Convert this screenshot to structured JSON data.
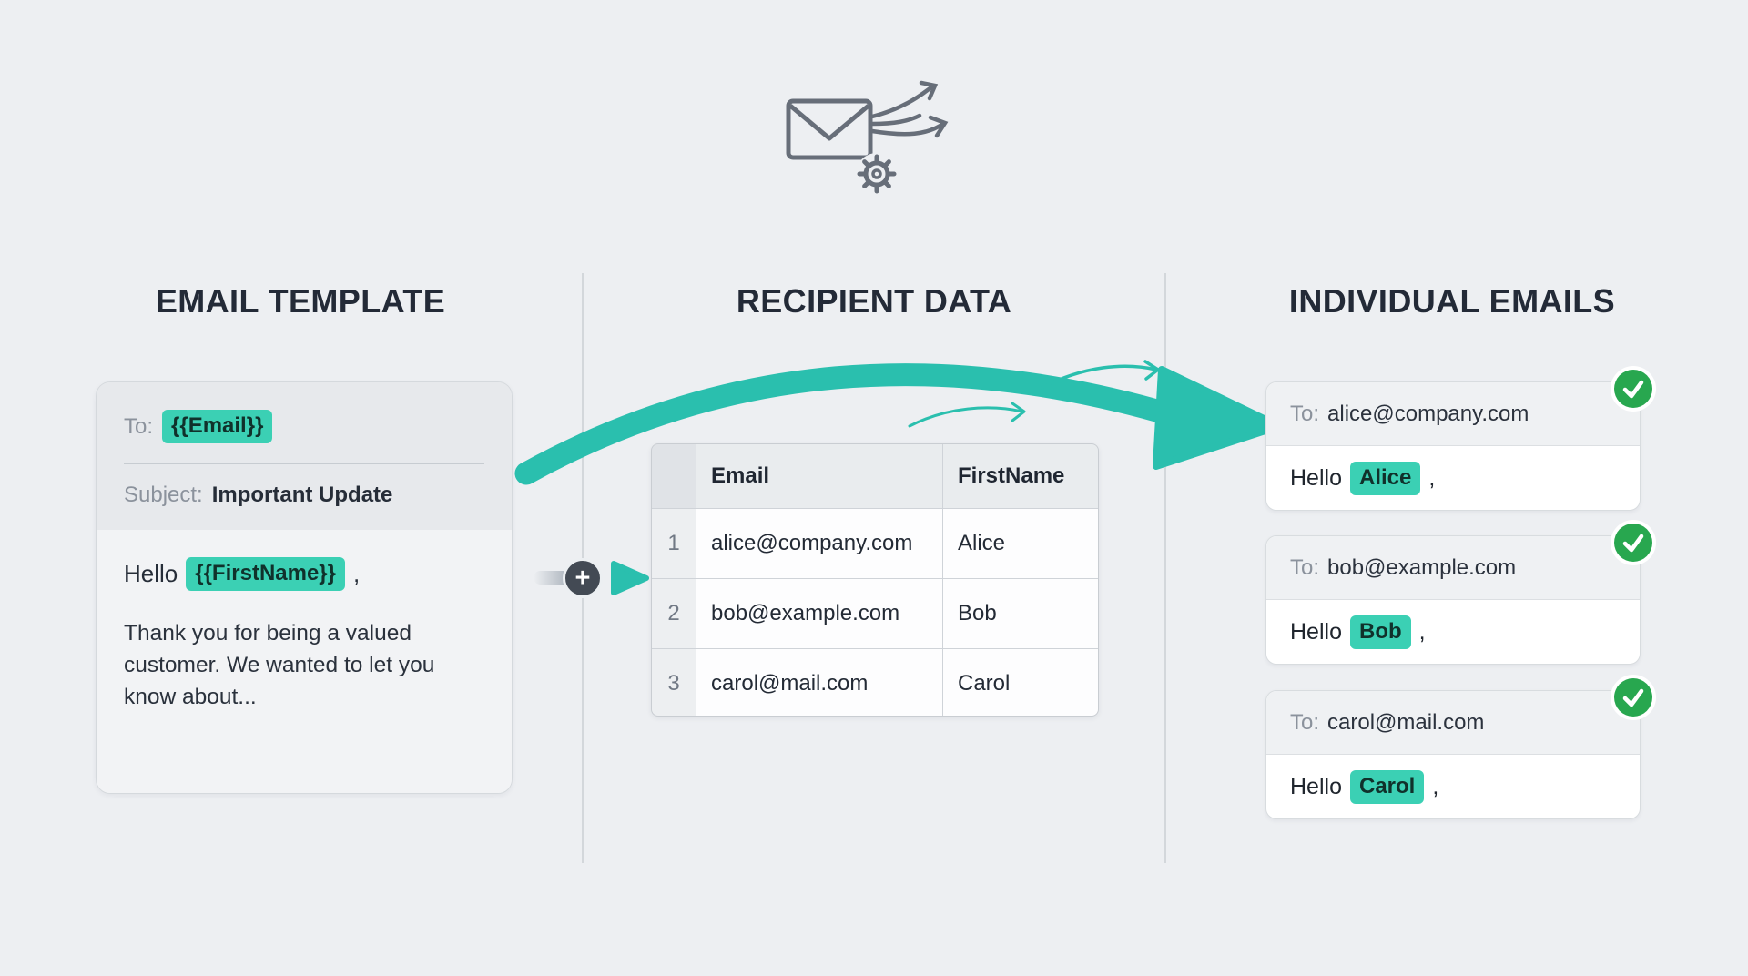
{
  "colors": {
    "background": "#edeff2",
    "highlight_teal": "#3bd0b4",
    "arrow_teal": "#2abfae",
    "check_green": "#28a74f",
    "heading_text": "#232a37",
    "muted_text": "#8b929c"
  },
  "icons": {
    "top": "envelope-with-gear-and-send-arrows",
    "plus": "+",
    "check": "checkmark",
    "merge_arrow": "right-chevron-arrow"
  },
  "columns": {
    "template": {
      "title": "EMAIL TEMPLATE",
      "card": {
        "to_label": "To:",
        "to_value": "{{Email}}",
        "subject_label": "Subject:",
        "subject_value": "Important Update",
        "greeting_prefix": "Hello",
        "greeting_token": "{{FirstName}}",
        "greeting_suffix": ",",
        "body": "Thank you for being a valued customer. We wanted to let you know about..."
      }
    },
    "recipients": {
      "title": "RECIPIENT DATA",
      "table": {
        "headers": [
          "Email",
          "FirstName"
        ],
        "rows": [
          {
            "index": "1",
            "email": "alice@company.com",
            "first_name": "Alice"
          },
          {
            "index": "2",
            "email": "bob@example.com",
            "first_name": "Bob"
          },
          {
            "index": "3",
            "email": "carol@mail.com",
            "first_name": "Carol"
          }
        ]
      }
    },
    "emails": {
      "title": "INDIVIDUAL EMAILS",
      "cards": [
        {
          "to_label": "To:",
          "to_value": "alice@company.com",
          "greeting_prefix": "Hello",
          "name": "Alice",
          "greeting_suffix": ","
        },
        {
          "to_label": "To:",
          "to_value": "bob@example.com",
          "greeting_prefix": "Hello",
          "name": "Bob",
          "greeting_suffix": ","
        },
        {
          "to_label": "To:",
          "to_value": "carol@mail.com",
          "greeting_prefix": "Hello",
          "name": "Carol",
          "greeting_suffix": ","
        }
      ]
    }
  }
}
